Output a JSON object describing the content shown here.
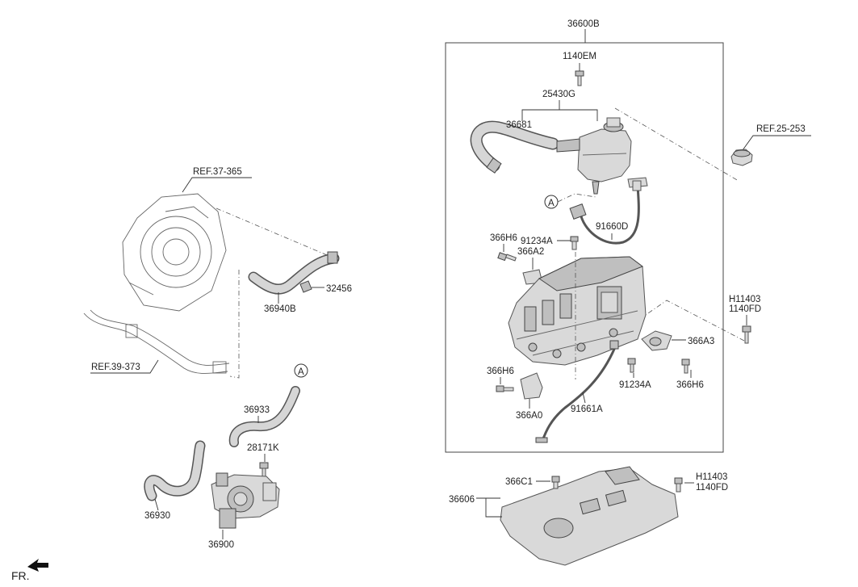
{
  "labels": {
    "l_36600B": "36600B",
    "l_1140EM": "1140EM",
    "l_25430G": "25430G",
    "l_36681": "36681",
    "l_ref25": "REF.25-253",
    "l_A_top": "A",
    "l_91660D": "91660D",
    "l_366H6_a": "366H6",
    "l_91234A_a": "91234A",
    "l_366A2": "366A2",
    "l_h11403_a": "H11403",
    "l_1140FD_a": "1140FD",
    "l_366A3": "366A3",
    "l_366H6_b": "366H6",
    "l_91234A_b": "91234A",
    "l_366H6_c": "366H6",
    "l_366A0": "366A0",
    "l_91661A": "91661A",
    "l_ref37": "REF.37-365",
    "l_32456": "32456",
    "l_36940B": "36940B",
    "l_ref39": "REF.39-373",
    "l_A_bottom": "A",
    "l_36933": "36933",
    "l_28171K": "28171K",
    "l_36930": "36930",
    "l_36900": "36900",
    "l_366C1": "366C1",
    "l_36606": "36606",
    "l_h11403_b": "H11403",
    "l_1140FD_b": "1140FD",
    "l_fr": "FR."
  }
}
